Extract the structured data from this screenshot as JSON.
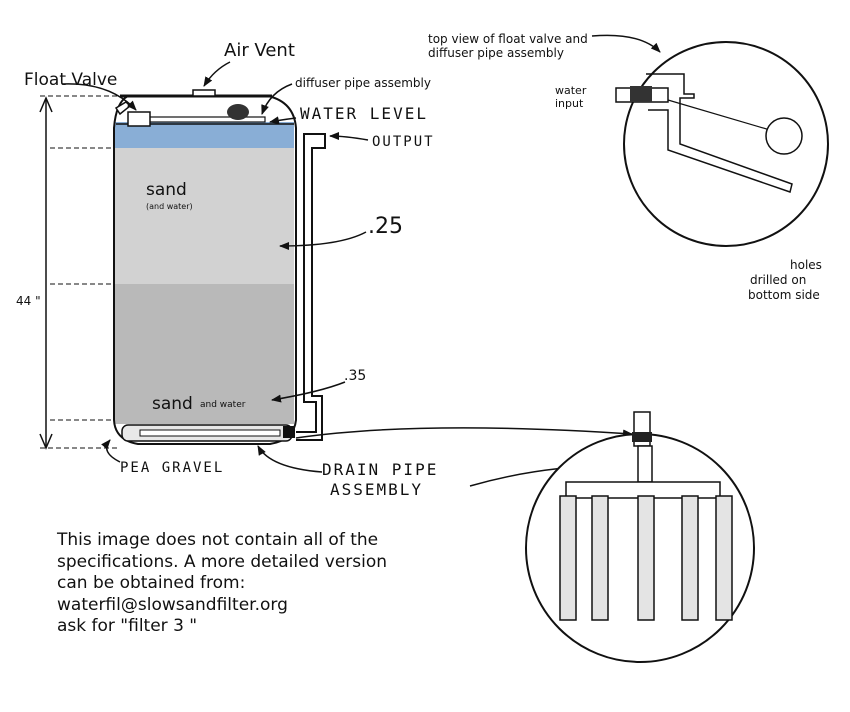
{
  "labels": {
    "air_vent": "Air Vent",
    "float_valve": "Float Valve",
    "diffuser": "diffuser pipe assembly",
    "water_level": "WATER LEVEL",
    "output": "OUTPUT",
    "sand_top": "sand",
    "sand_top_sub": "(and water)",
    "val_25": ".25",
    "height": "44 \"",
    "val_35": ".35",
    "sand_bottom": "sand",
    "sand_bottom_sub": "and water",
    "pea_gravel": "PEA GRAVEL",
    "drain_pipe_1": "DRAIN PIPE",
    "drain_pipe_2": "ASSEMBLY",
    "top_view_1": "top view of float valve and",
    "top_view_2": "diffuser pipe assembly",
    "water_input_1": "water",
    "water_input_2": "input",
    "holes_1": "holes",
    "holes_2": "drilled on",
    "holes_3": "bottom side"
  },
  "note": {
    "line1": "This image does not contain all of the",
    "line2": "specifications. A more detailed version",
    "line3": "can be obtained from:",
    "line4": "waterfil@slowsandfilter.org",
    "line5": "ask for \"filter 3 \""
  },
  "colors": {
    "water": "#89aed6",
    "sand_upper": "#d2d2d2",
    "sand_lower": "#b9b9b9",
    "outline": "#111111"
  }
}
